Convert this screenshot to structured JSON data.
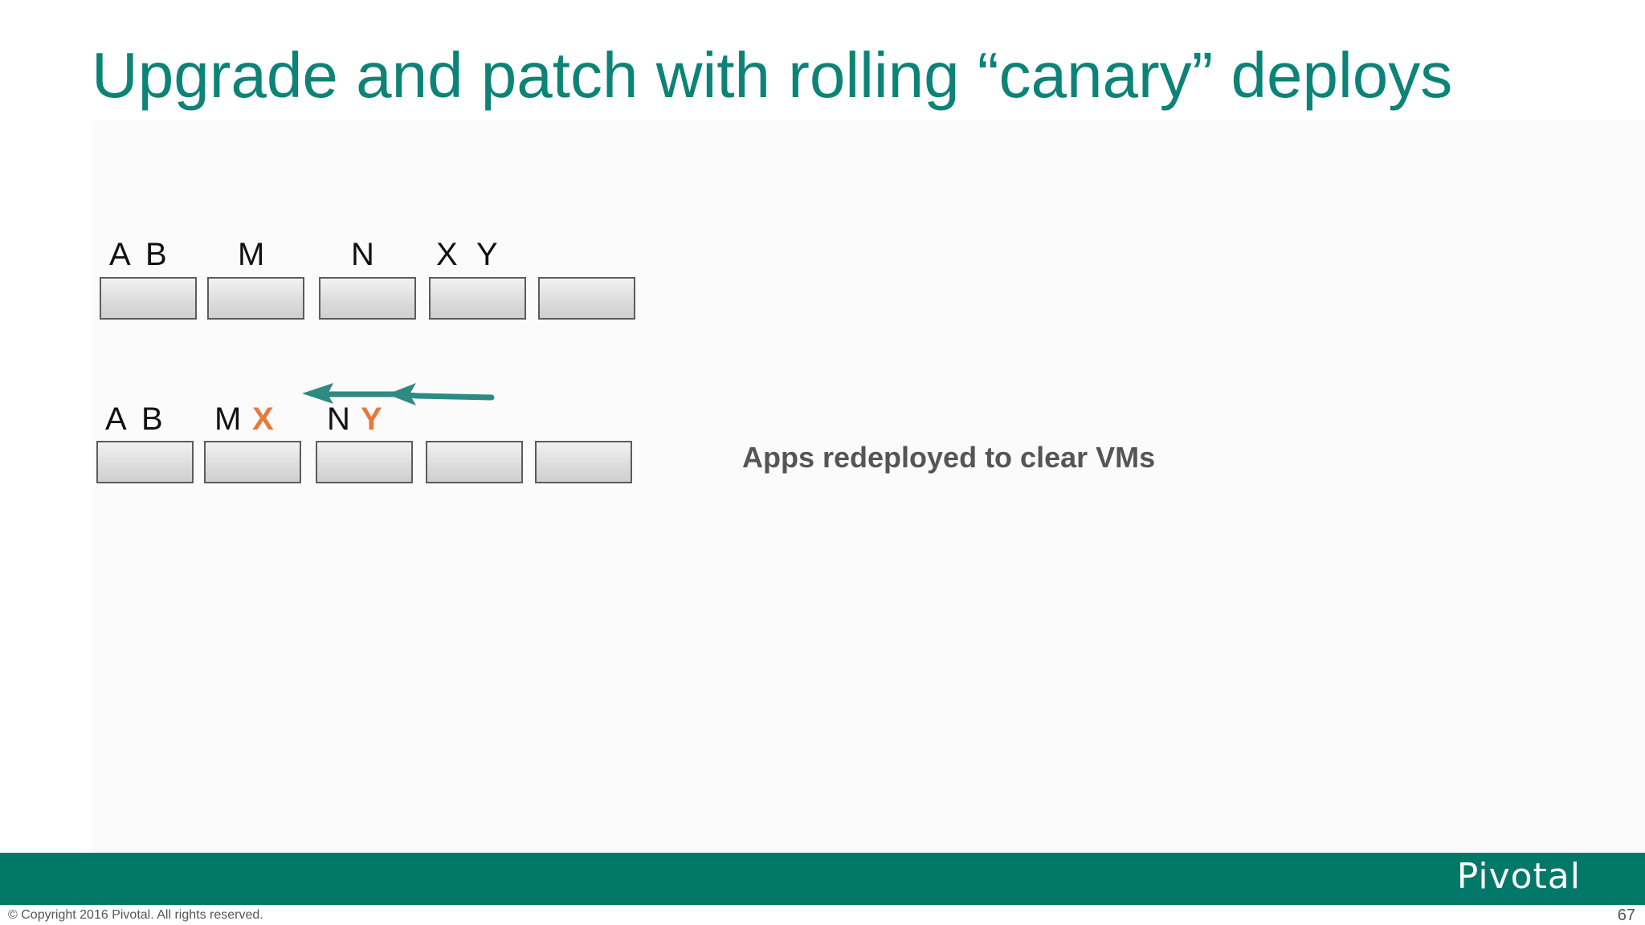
{
  "slide": {
    "title": "Upgrade and patch with rolling “canary” deploys",
    "caption": "Apps redeployed to clear VMs"
  },
  "diagram": {
    "before": {
      "labels": [
        "A",
        "B",
        "M",
        "N",
        "X",
        "Y"
      ],
      "vm_count": 5
    },
    "after": {
      "labels": [
        "A",
        "B",
        "M",
        "X",
        "N",
        "Y"
      ],
      "moved_apps": [
        "X",
        "Y"
      ],
      "vm_count": 5
    },
    "arrow_direction": "left"
  },
  "footer": {
    "brand": "Pivotal",
    "copyright": "© Copyright 2016 Pivotal. All rights reserved.",
    "slide_number": "67"
  },
  "colors": {
    "title": "#0c8377",
    "moved_app": "#e8793b",
    "arrow": "#2e8a82",
    "footer_bar": "#027869",
    "caption": "#555555"
  }
}
